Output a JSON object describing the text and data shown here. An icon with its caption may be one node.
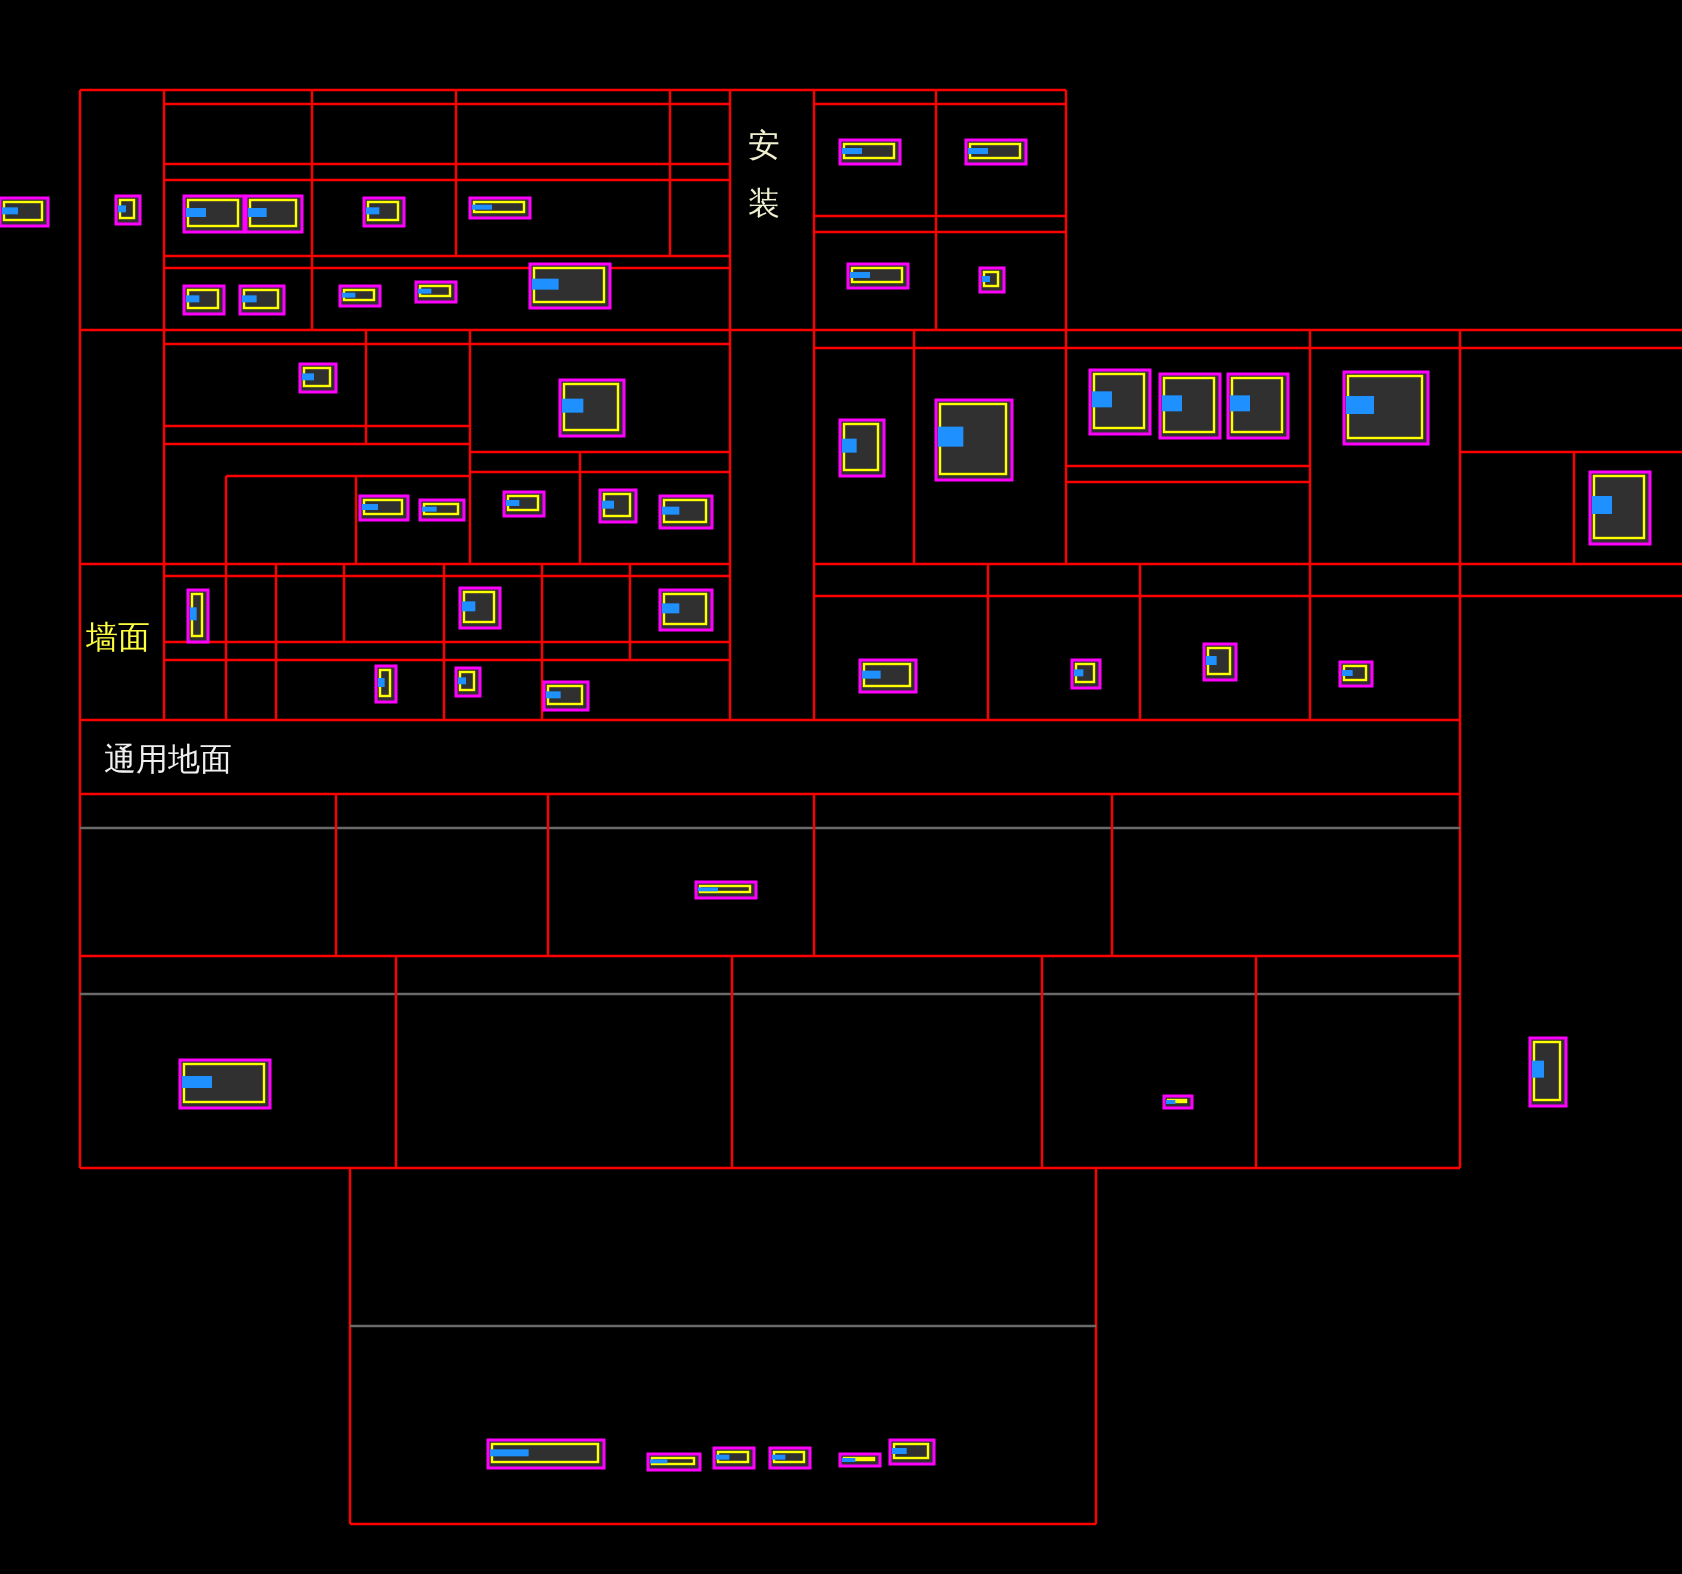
{
  "diagram": {
    "labels": [
      "安装",
      "墙面",
      "通用地面"
    ]
  }
}
